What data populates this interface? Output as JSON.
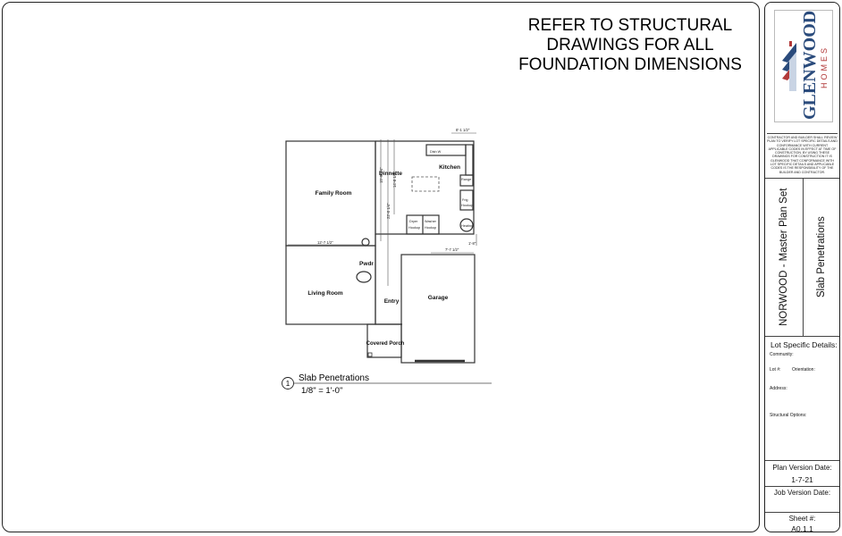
{
  "general_note": {
    "lines": [
      "REFER TO STRUCTURAL",
      "DRAWINGS FOR ALL",
      "FOUNDATION DIMENSIONS"
    ]
  },
  "plan": {
    "rooms": {
      "family_room": "Family Room",
      "dinnette": "Dinnette",
      "kitchen": "Kitchen",
      "pwdr": "Pwdr",
      "living_room": "Living Room",
      "entry": "Entry",
      "garage": "Garage",
      "covered_porch": "Covered Porch"
    },
    "fixtures": {
      "dish_w": "Dish W",
      "range": "Range",
      "frig_hookup_1": "Frig",
      "frig_hookup_2": "Hookup",
      "dryer_1": "Dryer",
      "dryer_2": "Hookup",
      "washer_1": "Washer",
      "washer_2": "Hookup",
      "heating": "Heating"
    },
    "dimensions": {
      "top_right": "8'-1 1/2\"",
      "family_width": "12'-7 1/2\"",
      "dim_a": "15'-9 1/4\"",
      "dim_b": "14'-8 1/4\"",
      "dim_c": "22'-0 1/4\"",
      "garage_right": "7'-7 1/2\"",
      "small_right": "1'-8\""
    }
  },
  "view_label": {
    "number": "1",
    "title": "Slab Penetrations",
    "scale": "1/8\" = 1'-0\""
  },
  "title_block": {
    "logo_name": "GLENWOOD",
    "logo_sub": "HOMES",
    "disclaimer": "CONTRACTOR AND BUILDER SHALL REVIEW PLAN TO VERIFY LOT SPECIFIC DETAILS AND CONFORMANCE WITH CURRENT APPLICABLE CODES IN EFFECT AT TIME OF CONSTRUCTION. BY USING THESE DRAWINGS FOR CONSTRUCTION IT IS GLENWOOD THAT CONFORMANCE WITH LOT SPECIFIC DETAILS AND APPLICABLE CODES IS THE RESPONSIBILITY OF THE BUILDER AND CONTRACTOR.",
    "plan_set": "NORWOOD -  Master Plan Set",
    "sheet_title": "Slab Penetrations",
    "lot_specific": "Lot Specific Details:",
    "community": "Community:",
    "lot": "Lot #:",
    "orientation": "Orientation:",
    "address": "Address:",
    "structural_options": "Structural Options:",
    "plan_version_label": "Plan Version Date:",
    "plan_version_value": "1-7-21",
    "job_version_label": "Job Version Date:",
    "sheet_label": "Sheet #:",
    "sheet_value": "A0.1.1"
  }
}
